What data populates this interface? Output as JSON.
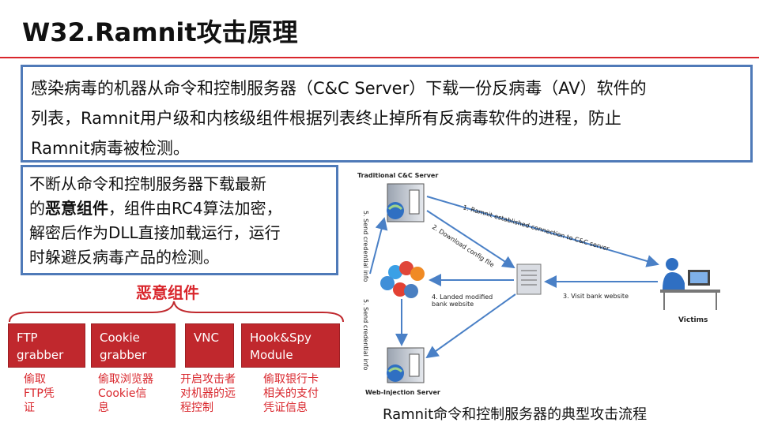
{
  "title": "W32.Ramnit攻击原理",
  "box1": {
    "lines": [
      "感染病毒的机器从命令和控制服务器（C&C Server）下载一份反病毒（AV）软件的",
      "列表，Ramnit用户级和内核级组件根据列表终止掉所有反病毒软件的进程，防止",
      "Ramnit病毒被检测。"
    ]
  },
  "box2": {
    "line1": "不断从命令和控制服务器下载最新",
    "line2_pre": "的",
    "line2_bold": "恶意组件",
    "line2_post": "，组件由RC4算法加密，",
    "line3": "解密后作为DLL直接加载运行，运行",
    "line4": "时躲避反病毒产品的检测。"
  },
  "malicious_title": "恶意组件",
  "components": [
    {
      "line1": "FTP",
      "line2": "grabber",
      "desc1": "偷取",
      "desc2": "FTP凭",
      "desc3": "证"
    },
    {
      "line1": "Cookie",
      "line2": "grabber",
      "desc1": "偷取浏览器",
      "desc2": "Cookie信",
      "desc3": "息"
    },
    {
      "line1": "VNC",
      "line2": "",
      "desc1": "开启攻击者",
      "desc2": "对机器的远",
      "desc3": "程控制"
    },
    {
      "line1": "Hook&Spy",
      "line2": "Module",
      "desc1": "偷取银行卡",
      "desc2": "相关的支付",
      "desc3": "凭证信息"
    }
  ],
  "diagram": {
    "server_top_label": "Traditional C&C Server",
    "server_bottom_label": "Web-Injection Server",
    "victims_label": "Victims",
    "arrow1": "1. Ramnit established connection to C&C server",
    "arrow2": "2. Download config file",
    "arrow3": "3. Visit bank website",
    "arrow4a": "4. Landed modified",
    "arrow4b": "bank website",
    "arrow5": "5. Send credential info"
  },
  "caption": "Ramnit命令和控制服务器的典型攻击流程",
  "colors": {
    "accent_red": "#d9262c",
    "box_border": "#4f7ab8",
    "component_fill": "#c0282d"
  }
}
